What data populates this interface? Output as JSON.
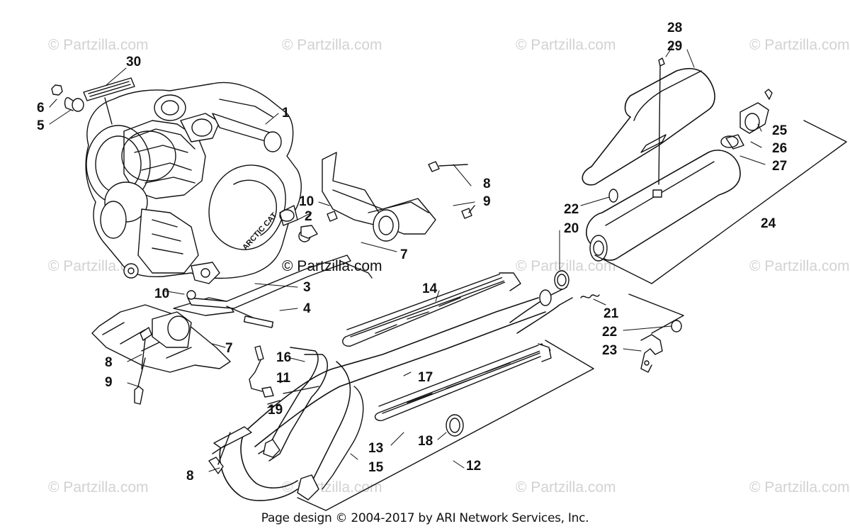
{
  "watermark_text": "© Partzilla.com",
  "center_watermark": "© Partzilla.com",
  "footer": "Page design © 2004-2017 by ARI Network Services, Inc.",
  "callouts": [
    {
      "id": "c1",
      "text": "1"
    },
    {
      "id": "c2",
      "text": "2"
    },
    {
      "id": "c3",
      "text": "3"
    },
    {
      "id": "c4",
      "text": "4"
    },
    {
      "id": "c5",
      "text": "5"
    },
    {
      "id": "c6",
      "text": "6"
    },
    {
      "id": "c7a",
      "text": "7"
    },
    {
      "id": "c7b",
      "text": "7"
    },
    {
      "id": "c8a",
      "text": "8"
    },
    {
      "id": "c8b",
      "text": "8"
    },
    {
      "id": "c8c",
      "text": "8"
    },
    {
      "id": "c9a",
      "text": "9"
    },
    {
      "id": "c9b",
      "text": "9"
    },
    {
      "id": "c10a",
      "text": "10"
    },
    {
      "id": "c10b",
      "text": "10"
    },
    {
      "id": "c11",
      "text": "11"
    },
    {
      "id": "c12",
      "text": "12"
    },
    {
      "id": "c13",
      "text": "13"
    },
    {
      "id": "c14",
      "text": "14"
    },
    {
      "id": "c15",
      "text": "15"
    },
    {
      "id": "c16",
      "text": "16"
    },
    {
      "id": "c17",
      "text": "17"
    },
    {
      "id": "c18",
      "text": "18"
    },
    {
      "id": "c19",
      "text": "19"
    },
    {
      "id": "c20",
      "text": "20"
    },
    {
      "id": "c21",
      "text": "21"
    },
    {
      "id": "c22a",
      "text": "22"
    },
    {
      "id": "c22b",
      "text": "22"
    },
    {
      "id": "c23",
      "text": "23"
    },
    {
      "id": "c24",
      "text": "24"
    },
    {
      "id": "c25",
      "text": "25"
    },
    {
      "id": "c26",
      "text": "26"
    },
    {
      "id": "c27",
      "text": "27"
    },
    {
      "id": "c28",
      "text": "28"
    },
    {
      "id": "c29",
      "text": "29"
    },
    {
      "id": "c30",
      "text": "30"
    }
  ]
}
